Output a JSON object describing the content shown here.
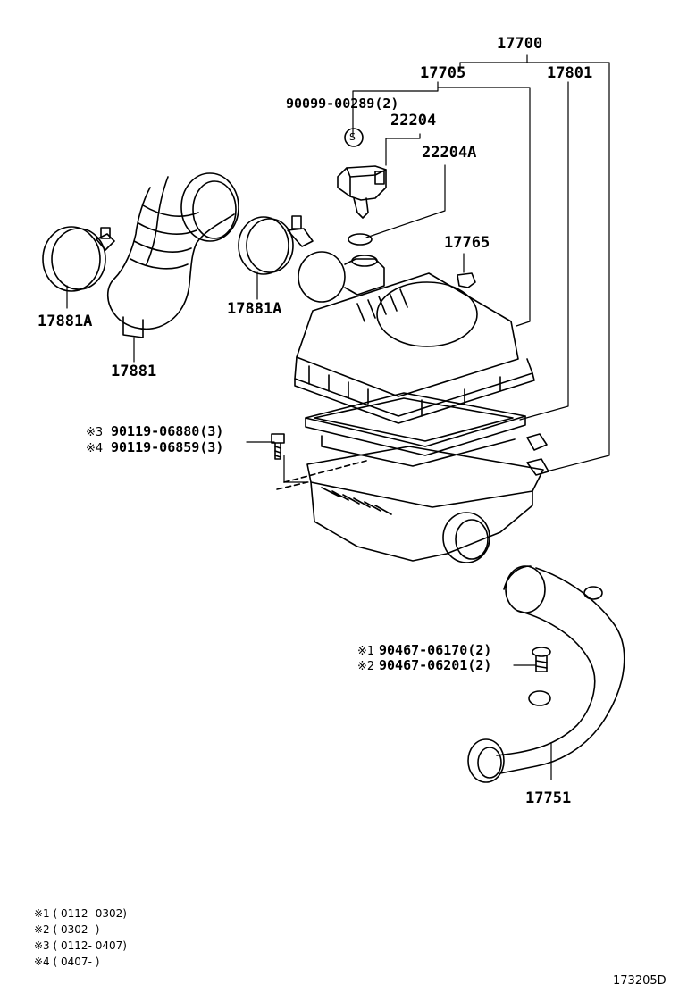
{
  "labels": {
    "assy": "17700",
    "case": "17705",
    "element": "17801",
    "clip": "90099-00289(2)",
    "meter": "22204",
    "oring": "22204A",
    "cap": "17765",
    "clamp_left": "17881A",
    "clamp_mid": "17881A",
    "hose": "17881",
    "bolt3": "90119-06880(3)",
    "bolt4": "90119-06859(3)",
    "bolt1": "90467-06170(2)",
    "bolt2": "90467-06201(2)",
    "inlet": "17751",
    "mark3": "※3",
    "mark4": "※4",
    "mark1": "※1",
    "mark2": "※2",
    "s_mark": "S"
  },
  "notes": [
    {
      "mark": "※1",
      "range": "( 0112- 0302)"
    },
    {
      "mark": "※2",
      "range": "( 0302-      )"
    },
    {
      "mark": "※3",
      "range": "( 0112- 0407)"
    },
    {
      "mark": "※4",
      "range": "( 0407-      )"
    }
  ],
  "diagram_code": "173205D"
}
